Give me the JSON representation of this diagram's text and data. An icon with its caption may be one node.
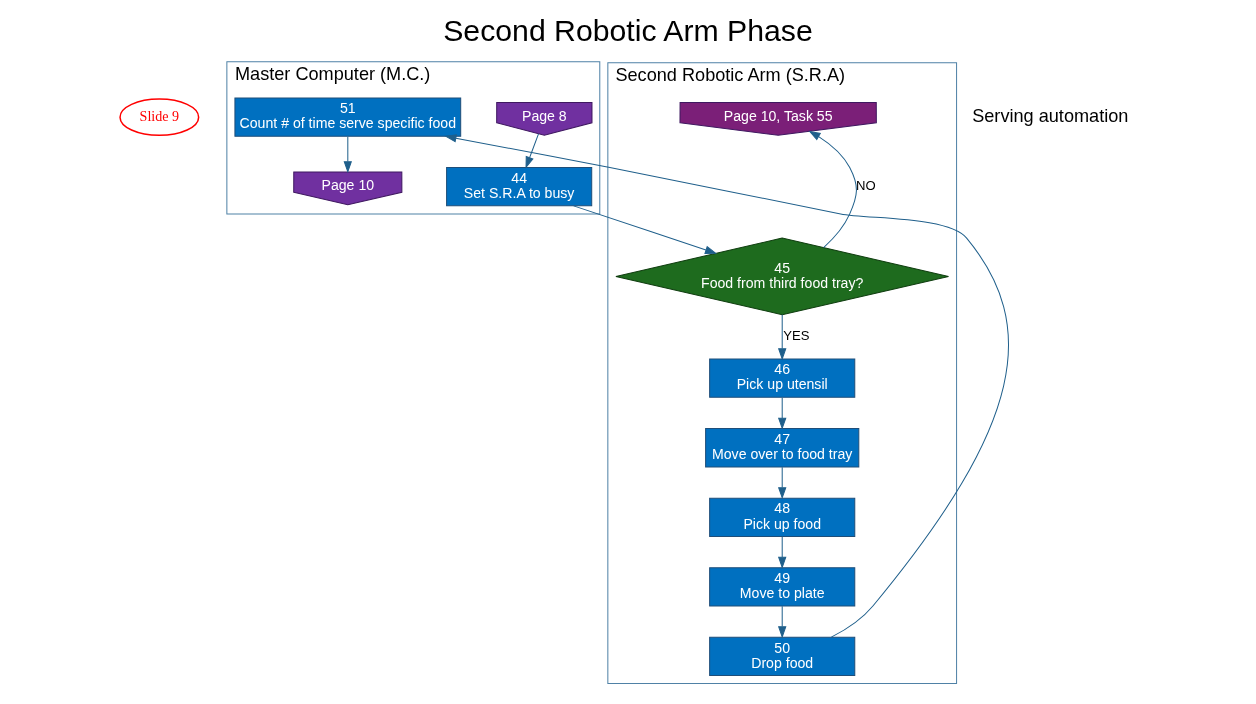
{
  "diagram": {
    "title": "Second Robotic Arm Phase",
    "nodes": [
      {
        "text": [
          "Slide 9"
        ]
      },
      {
        "text": [
          "Master Computer (M.C.)"
        ]
      },
      {
        "text": [
          "Page 8"
        ],
        "in": 1
      },
      {
        "text": [
          "44",
          "Set S.R.A to busy"
        ],
        "in": 1
      },
      {
        "text": [
          "51",
          "Count # of time serve specific food"
        ],
        "in": 1
      },
      {
        "text": [
          "Page 10"
        ],
        "in": 1
      },
      {
        "text": [
          "Second Robotic Arm (S.R.A)"
        ]
      },
      {
        "text": [
          "Page 10, Task 55"
        ],
        "in": 6
      },
      {
        "text": [
          "45",
          "Food from third food tray?"
        ],
        "in": 6
      },
      {
        "text": [
          "46",
          "Pick up utensil"
        ],
        "in": 6
      },
      {
        "text": [
          "47",
          "Move over to food tray"
        ],
        "in": 6
      },
      {
        "text": [
          "48",
          "Pick up food"
        ],
        "in": 6
      },
      {
        "text": [
          "49",
          "Move to plate"
        ],
        "in": 6
      },
      {
        "text": [
          "50",
          "Drop food"
        ],
        "in": 6
      }
    ],
    "edges": [
      {
        "from": 2,
        "to": 3,
        "arrow": "to"
      },
      {
        "from": 4,
        "to": 5,
        "arrow": "to"
      },
      {
        "from": 3,
        "to": 8,
        "arrow": "to"
      },
      {
        "from": 8,
        "to": 7,
        "arrow": "to",
        "label": "NO"
      },
      {
        "from": 8,
        "to": 9,
        "arrow": "to",
        "label": "YES"
      },
      {
        "from": 9,
        "to": 10,
        "arrow": "to"
      },
      {
        "from": 10,
        "to": 11,
        "arrow": "to"
      },
      {
        "from": 11,
        "to": 12,
        "arrow": "to"
      },
      {
        "from": 12,
        "to": 13,
        "arrow": "to"
      },
      {
        "from": 13,
        "to": 4,
        "arrow": "to"
      }
    ],
    "labels": [
      "Serving automation"
    ]
  }
}
